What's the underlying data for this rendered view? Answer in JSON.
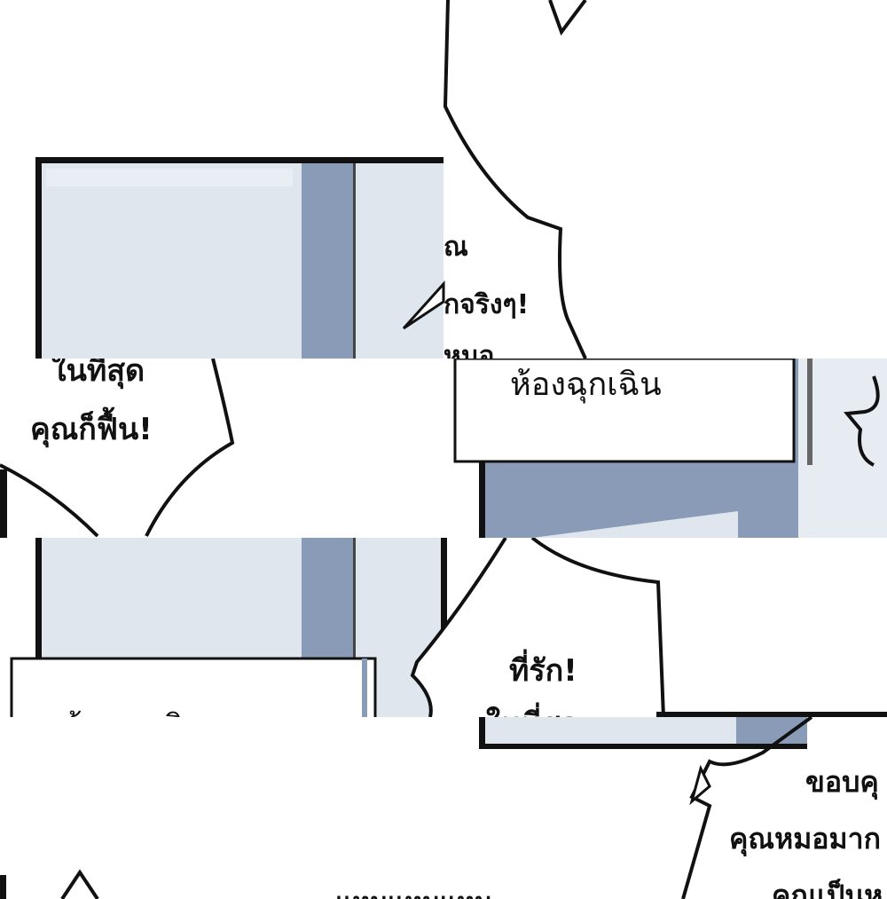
{
  "colors": {
    "wall": "#dfe6ee",
    "door": "#8a9bb8",
    "line": "#111111",
    "paper": "#ffffff"
  },
  "tiles": [
    {
      "texts": [
        "ณ",
        "กจริงๆ!",
        "หมอ"
      ]
    },
    {
      "texts": [
        "ในที่สุด",
        "คุณก็ฟื้น!"
      ],
      "sign": "ห้องฉุกเฉิน"
    },
    {
      "texts": [
        "ที่รัก!",
        "ในที่สุด"
      ],
      "sign": "ห้องฉุกเฉิน"
    },
    {
      "texts": [
        "ขอบคุ",
        "คุณหมอมาก",
        "คุณเป็นห",
        "แหมแหมแหม"
      ]
    }
  ]
}
